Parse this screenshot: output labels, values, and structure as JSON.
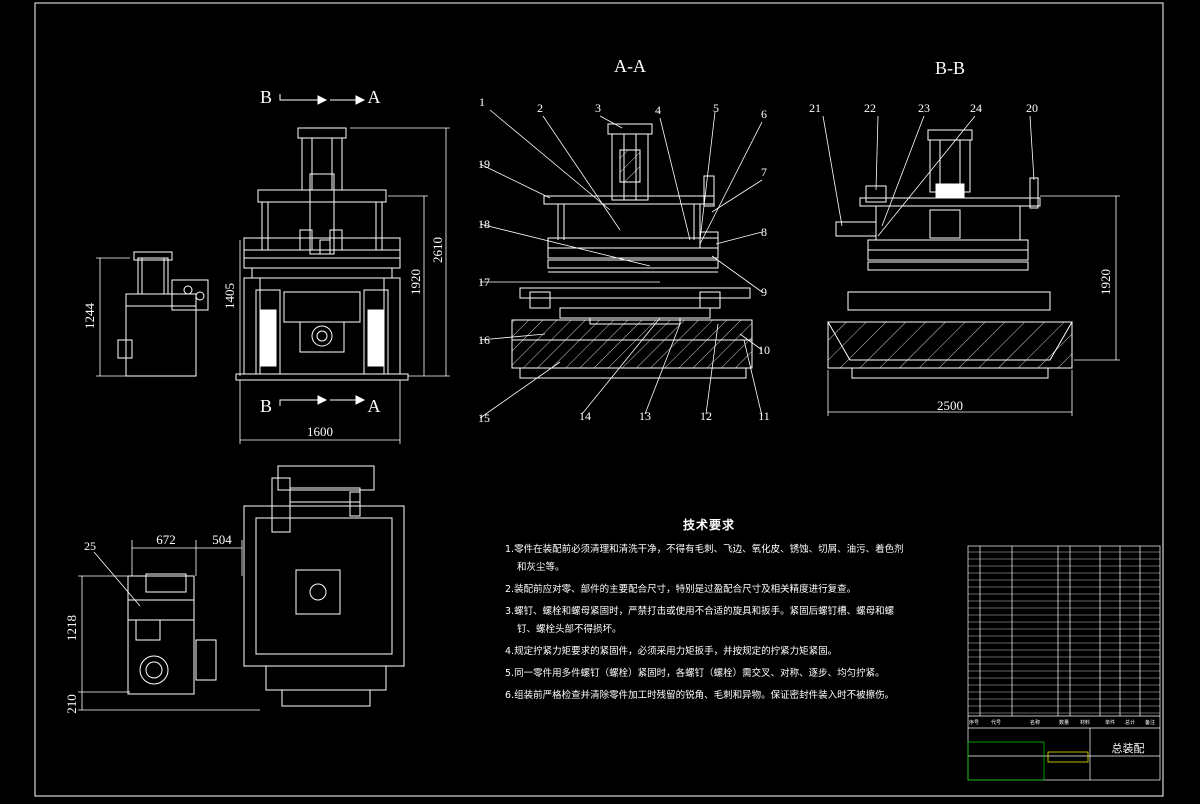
{
  "drawing": {
    "section_aa": "A-A",
    "section_bb": "B-B",
    "cut_b": "B",
    "cut_a": "A",
    "dims": {
      "width_front": "1600",
      "height_total": "2610",
      "height_1920": "1920",
      "height_1405": "1405",
      "height_1244": "1244",
      "width_bb": "2500",
      "height_bb": "1920",
      "dim_672": "672",
      "dim_504": "504",
      "dim_1218": "1218",
      "dim_210": "210"
    },
    "balloons_aa": [
      "1",
      "2",
      "3",
      "4",
      "5",
      "6",
      "7",
      "8",
      "9",
      "10",
      "11",
      "12",
      "13",
      "14",
      "15",
      "16",
      "17",
      "18",
      "19"
    ],
    "balloons_bb": [
      "21",
      "22",
      "23",
      "24",
      "20"
    ],
    "balloon_25": "25"
  },
  "technical_requirements": {
    "title": "技术要求",
    "items": [
      "1.零件在装配前必须清理和清洗干净，不得有毛刺、飞边、氧化皮、锈蚀、切屑、油污、着色剂",
      "和灰尘等。",
      "2.装配前应对零、部件的主要配合尺寸，特别是过盈配合尺寸及相关精度进行复查。",
      "3.螺钉、螺栓和螺母紧固时，严禁打击或使用不合适的旋具和扳手。紧固后螺钉槽、螺母和螺",
      "钉、螺栓头部不得损坏。",
      "4.规定拧紧力矩要求的紧固件，必须采用力矩扳手，并按规定的拧紧力矩紧固。",
      "5.同一零件用多件螺钉（螺栓）紧固时，各螺钉（螺栓）需交叉、对称、逐步、均匀拧紧。",
      "6.组装前严格检查并清除零件加工时残留的锐角、毛刺和异物。保证密封件装入时不被擦伤。"
    ]
  },
  "title_block": {
    "drawing_title": "总装配",
    "header": [
      "序号",
      "代号",
      "名称",
      "数量",
      "材料",
      "单件",
      "总计",
      "备注"
    ]
  },
  "colors": {
    "background": "#000000",
    "line": "#ffffff",
    "hatch": "#ffffff",
    "border_green": "#00c000",
    "border_yellow": "#e8e800"
  }
}
